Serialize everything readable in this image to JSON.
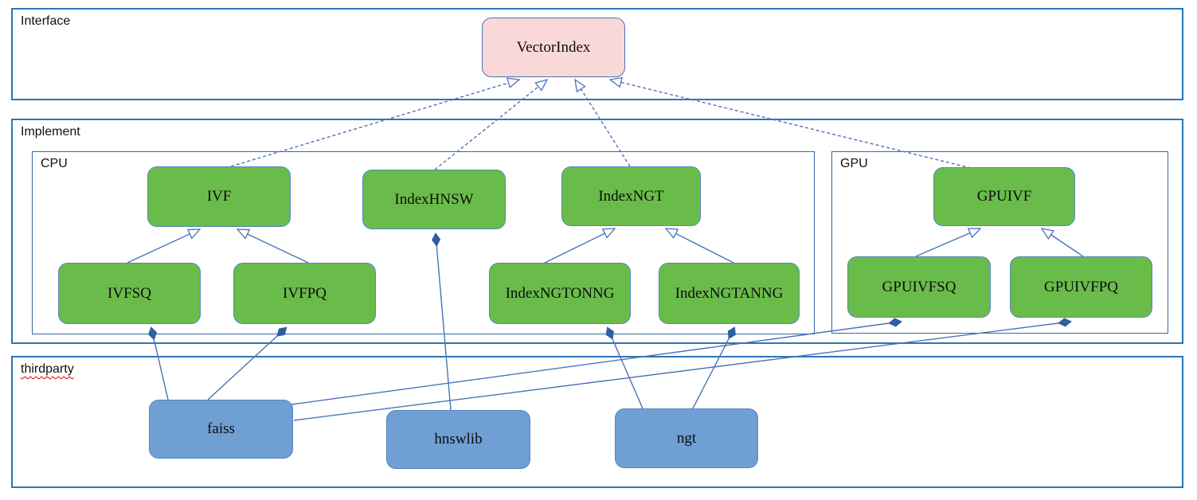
{
  "diagram": {
    "containers": {
      "interface": {
        "label": "Interface"
      },
      "implement": {
        "label": "Implement"
      },
      "cpu": {
        "label": "CPU"
      },
      "gpu": {
        "label": "GPU"
      },
      "thirdparty": {
        "label": "thirdparty",
        "spellcheck_underline": true
      }
    },
    "nodes": {
      "vectorindex": {
        "label": "VectorIndex",
        "layer": "interface",
        "fill": "#f9d9d7"
      },
      "ivf": {
        "label": "IVF",
        "layer": "cpu",
        "fill": "#6abc4a"
      },
      "indexhnsw": {
        "label": "IndexHNSW",
        "layer": "cpu",
        "fill": "#6abc4a"
      },
      "indexngt": {
        "label": "IndexNGT",
        "layer": "cpu",
        "fill": "#6abc4a"
      },
      "gpuivf": {
        "label": "GPUIVF",
        "layer": "gpu",
        "fill": "#6abc4a"
      },
      "ivfsq": {
        "label": "IVFSQ",
        "layer": "cpu",
        "fill": "#6abc4a"
      },
      "ivfpq": {
        "label": "IVFPQ",
        "layer": "cpu",
        "fill": "#6abc4a"
      },
      "indexngtonng": {
        "label": "IndexNGTONNG",
        "layer": "cpu",
        "fill": "#6abc4a"
      },
      "indexngtanng": {
        "label": "IndexNGTANNG",
        "layer": "cpu",
        "fill": "#6abc4a"
      },
      "gpuivfsq": {
        "label": "GPUIVFSQ",
        "layer": "gpu",
        "fill": "#6abc4a"
      },
      "gpuivfpq": {
        "label": "GPUIVFPQ",
        "layer": "gpu",
        "fill": "#6abc4a"
      },
      "faiss": {
        "label": "faiss",
        "layer": "thirdparty",
        "fill": "#6f9fd3"
      },
      "hnswlib": {
        "label": "hnswlib",
        "layer": "thirdparty",
        "fill": "#6f9fd3"
      },
      "ngt": {
        "label": "ngt",
        "layer": "thirdparty",
        "fill": "#6f9fd3"
      }
    },
    "edges": [
      {
        "from": "IVF",
        "to": "VectorIndex",
        "type": "realization",
        "style": "dashed-open-arrow"
      },
      {
        "from": "IndexHNSW",
        "to": "VectorIndex",
        "type": "realization",
        "style": "dashed-open-arrow"
      },
      {
        "from": "IndexNGT",
        "to": "VectorIndex",
        "type": "realization",
        "style": "dashed-open-arrow"
      },
      {
        "from": "GPUIVF",
        "to": "VectorIndex",
        "type": "realization",
        "style": "dashed-open-arrow"
      },
      {
        "from": "IVFSQ",
        "to": "IVF",
        "type": "generalization",
        "style": "solid-open-arrow"
      },
      {
        "from": "IVFPQ",
        "to": "IVF",
        "type": "generalization",
        "style": "solid-open-arrow"
      },
      {
        "from": "IndexNGTONNG",
        "to": "IndexNGT",
        "type": "generalization",
        "style": "solid-open-arrow"
      },
      {
        "from": "IndexNGTANNG",
        "to": "IndexNGT",
        "type": "generalization",
        "style": "solid-open-arrow"
      },
      {
        "from": "GPUIVFSQ",
        "to": "GPUIVF",
        "type": "generalization",
        "style": "solid-open-arrow"
      },
      {
        "from": "GPUIVFPQ",
        "to": "GPUIVF",
        "type": "generalization",
        "style": "solid-open-arrow"
      },
      {
        "from": "faiss",
        "to": "IVFSQ",
        "type": "composition",
        "style": "solid-filled-diamond"
      },
      {
        "from": "faiss",
        "to": "IVFPQ",
        "type": "composition",
        "style": "solid-filled-diamond"
      },
      {
        "from": "hnswlib",
        "to": "IndexHNSW",
        "type": "composition",
        "style": "solid-filled-diamond"
      },
      {
        "from": "ngt",
        "to": "IndexNGTONNG",
        "type": "composition",
        "style": "solid-filled-diamond"
      },
      {
        "from": "ngt",
        "to": "IndexNGTANNG",
        "type": "composition",
        "style": "solid-filled-diamond"
      },
      {
        "from": "faiss",
        "to": "GPUIVFSQ",
        "type": "composition",
        "style": "solid-filled-diamond"
      },
      {
        "from": "faiss",
        "to": "GPUIVFPQ",
        "type": "composition",
        "style": "solid-filled-diamond"
      }
    ],
    "colors": {
      "container_border": "#2e75b6",
      "class_green": "#6abc4a",
      "thirdparty_blue": "#6f9fd3",
      "interface_pink": "#f9d9d7",
      "connector": "#4a72b8",
      "diamond_fill": "#2e5fa3",
      "spellcheck_red": "#e00000"
    }
  }
}
